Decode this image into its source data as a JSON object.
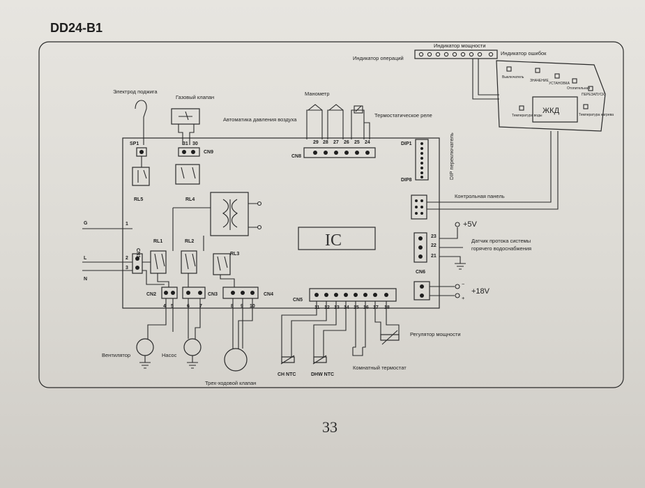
{
  "document": {
    "title": "DD24-B1",
    "page_number": "33"
  },
  "diagram": {
    "labels": {
      "ignition_electrode": "Электрод поджига",
      "gas_valve": "Газовый клапан",
      "manometer": "Манометр",
      "air_pressure": "Автоматика давления воздуха",
      "thermostatic_relay": "Термостатическое реле",
      "power_indicator": "Индикатор мощности",
      "operation_indicator": "Индикатор операций",
      "error_indicator": "Индикатор ошибок",
      "lcd": "ЖКД",
      "dip_switch": "DIP переключатель",
      "control_panel": "Контрольная панель",
      "dhw_flow_sensor_1": "Датчик протока системы",
      "dhw_flow_sensor_2": "горячего водоснабжения",
      "power_regulator": "Регулятор мощности",
      "room_thermostat": "Комнатный термостат",
      "fan": "Вентилятор",
      "pump": "Насос",
      "three_way_valve": "Трех-ходовой клапан",
      "ch_ntc": "CH NTC",
      "dhw_ntc": "DHW NTC",
      "ic": "IC",
      "plus5v": "+5V",
      "plus18v": "+18V",
      "minus": "−",
      "plus": "+"
    },
    "panel_keys": {
      "k1": "Выключатель",
      "k2": "ЗНАЧЕНИЕ",
      "k3": "УСТАНОВКА",
      "k4": "Отопительная",
      "k5": "ПЕРЕЗАПУСК",
      "k6": "Температура воды",
      "k7": "Температура нагрева"
    },
    "connectors": {
      "sp1": "SP1",
      "cn9": "CN9",
      "cn8": "CN8",
      "cn1": "CN1",
      "cn2": "CN2",
      "cn3": "CN3",
      "cn4": "CN4",
      "cn5": "CN5",
      "cn6": "CN6",
      "dip1": "DIP1",
      "dip8": "DIP8"
    },
    "relays": {
      "rl1": "RL1",
      "rl2": "RL2",
      "rl3": "RL3",
      "rl4": "RL4",
      "rl5": "RL5"
    },
    "lines": {
      "g": "G",
      "l": "L",
      "n": "N"
    },
    "pins": {
      "p1": "1",
      "p2": "2",
      "p3": "3",
      "p4": "4",
      "p5": "5",
      "p6": "6",
      "p7": "7",
      "p8": "8",
      "p9": "9",
      "p10": "10",
      "p11": "11",
      "p12": "12",
      "p13": "13",
      "p14": "14",
      "p15": "15",
      "p16": "16",
      "p17": "17",
      "p18": "18",
      "p21": "21",
      "p22": "22",
      "p23": "23",
      "p24": "24",
      "p25": "25",
      "p26": "26",
      "p27": "27",
      "p28": "28",
      "p29": "29",
      "p30": "30",
      "p31": "31"
    }
  }
}
